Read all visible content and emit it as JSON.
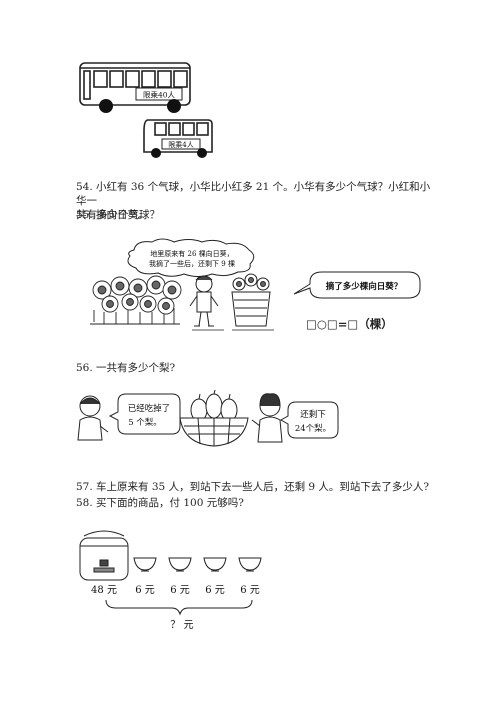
{
  "illus_bus": {
    "big_bus_sign": "限乘40人",
    "small_bus_sign": "限乘4人"
  },
  "q54": {
    "line1": "54. 小红有 36 个气球，小华比小红多 21 个。小华有多少个气球？小红和小华一",
    "line2": "共有多少个气球？"
  },
  "q55": {
    "title": "55. 摘向日葵。",
    "cloud_line1": "地里原来有 26 棵向日葵，",
    "cloud_line2": "我摘了一些后，还剩下 9 棵",
    "question_bubble": "摘了多少棵向日葵？",
    "equation": "□○□=□（棵）"
  },
  "q56": {
    "title": "56. 一共有多少个梨?",
    "left_bubble_line1": "已经吃掉了",
    "left_bubble_line2": "5 个梨。",
    "right_bubble_line1": "还剩下",
    "right_bubble_line2": "24个梨。"
  },
  "q57": {
    "text": "57. 车上原来有 35 人，到站下去一些人后，还剩 9 人。到站下去了多少人?"
  },
  "q58": {
    "title": "58. 买下面的商品，付 100 元够吗?",
    "cooker_price": "48 元",
    "bowl_prices": [
      "6 元",
      "6 元",
      "6 元",
      "6 元"
    ],
    "total": "？ 元"
  }
}
